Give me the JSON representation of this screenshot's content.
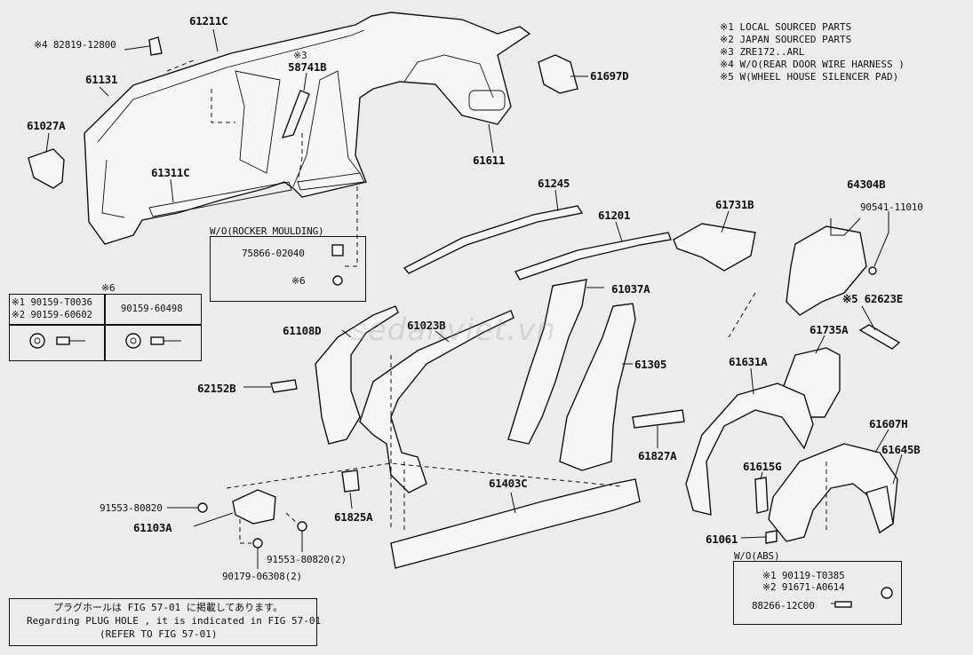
{
  "watermark": "sedanviet.vn",
  "legend": [
    "※1 LOCAL SOURCED PARTS",
    "※2 JAPAN SOURCED PARTS",
    "※3 ZRE172..ARL",
    "※4 W/O(REAR DOOR WIRE HARNESS )",
    "※5 W(WHEEL HOUSE SILENCER PAD)"
  ],
  "parts": {
    "p61211C": "61211C",
    "p82819": "※4 82819-12800",
    "p61131": "61131",
    "p61027A": "61027A",
    "p58741B_mark": "※3",
    "p58741B": "58741B",
    "p61311C": "61311C",
    "p61697D": "61697D",
    "p61611": "61611",
    "p61245": "61245",
    "p61201": "61201",
    "p61731B": "61731B",
    "p64304B": "64304B",
    "p90541": "90541-11010",
    "p62623E": "※5 62623E",
    "p61735A": "61735A",
    "p61631A": "61631A",
    "p61037A": "61037A",
    "p61305": "61305",
    "p61108D": "61108D",
    "p61023B": "61023B",
    "p62152B": "62152B",
    "p61827A": "61827A",
    "p61825A": "61825A",
    "p61403C": "61403C",
    "p91553a": "91553-80820",
    "p61103A": "61103A",
    "p91553b": "91553-80820(2)",
    "p90179": "90179-06308(2)",
    "p61607H": "61607H",
    "p61645B": "61645B",
    "p61615G": "61615G",
    "p61061": "61061"
  },
  "rocker_box": {
    "title": "W/O(ROCKER MOULDING)",
    "part1": "75866-02040",
    "part2": "※6"
  },
  "bolt_table": {
    "mark": "※6",
    "left_line1": "※1 90159-T0036",
    "left_line2": "※2 90159-60602",
    "right": "90159-60498"
  },
  "abs_box": {
    "title": "W/O(ABS)",
    "line1": "※1 90119-T0385",
    "line2": "※2 91671-A0614",
    "line3": "88266-12C00"
  },
  "plug_note": {
    "line1": "プラグホールは FIG 57-01 に掲載してあります。",
    "line2": "Regarding PLUG HOLE , it is indicated in FIG 57-01",
    "line3": "(REFER TO FIG 57-01)"
  }
}
